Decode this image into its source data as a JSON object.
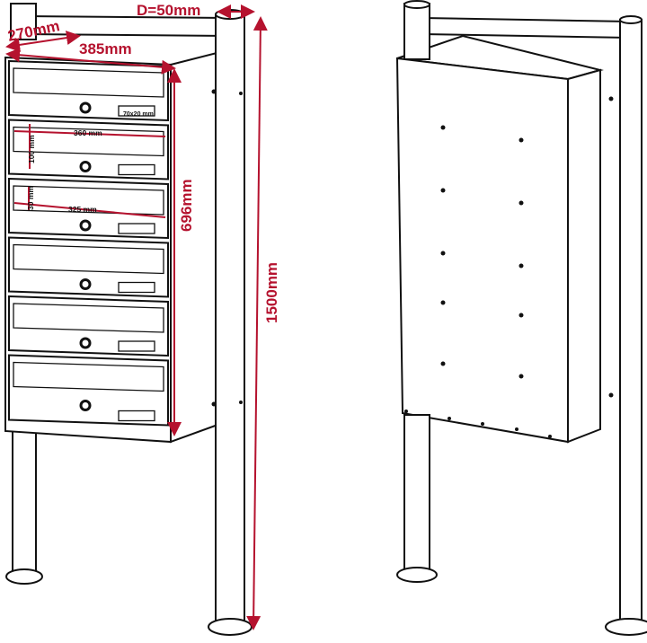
{
  "colors": {
    "dimension": "#b5122e",
    "line": "#111111"
  },
  "dimensions": {
    "post_diameter": "D=50mm",
    "depth": "270mm",
    "width": "385mm",
    "box_height": "696mm",
    "total_height": "1500mm",
    "slot_width": "360 mm",
    "door_height": "100 mm",
    "slot_height": "30 mm",
    "slot_length": "325 mm",
    "name_plate": "70x20 mm"
  },
  "views": [
    "front",
    "back"
  ],
  "compartments": 6
}
